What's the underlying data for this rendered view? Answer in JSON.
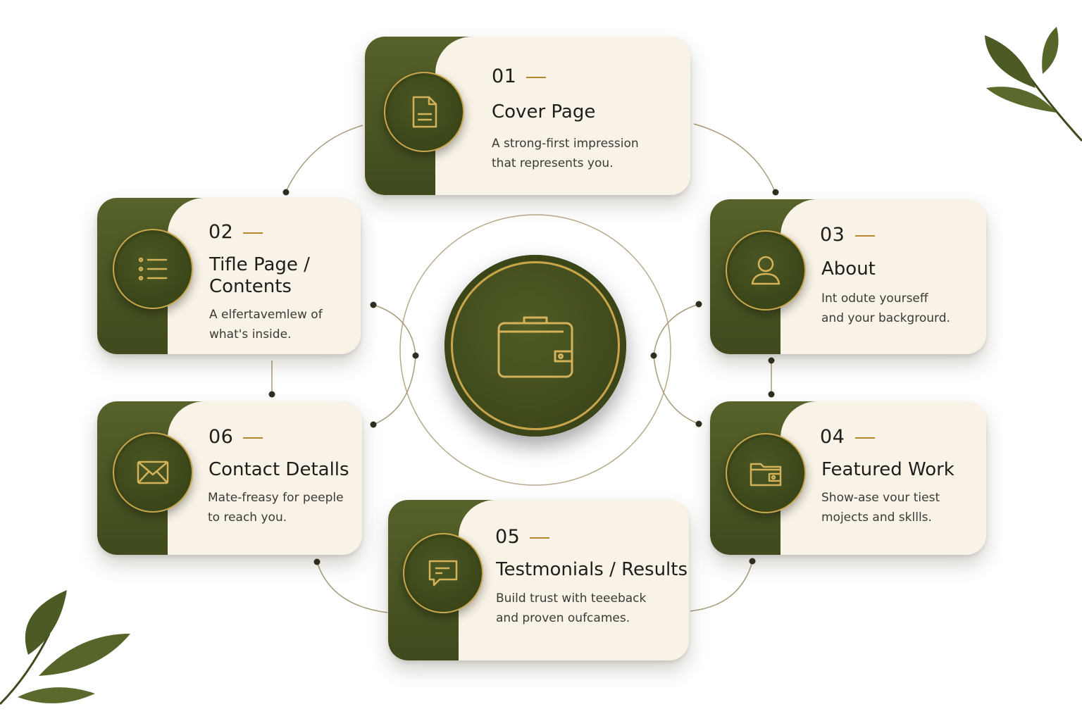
{
  "steps": [
    {
      "number": "01",
      "title": "Cover Page",
      "desc_line1": "A strong-first impression",
      "desc_line2": "that represents you.",
      "icon": "document-icon"
    },
    {
      "number": "02",
      "title_line1": "Tifle Page /",
      "title_line2": "Contents",
      "desc_line1": "A elfertavemlew of",
      "desc_line2": "what's inside.",
      "icon": "list-icon"
    },
    {
      "number": "03",
      "title": "About",
      "desc_line1": "Int odute yourseff",
      "desc_line2": "and your backgrourd.",
      "icon": "user-icon"
    },
    {
      "number": "04",
      "title": "Featured Work",
      "desc_line1": "Show-ase vour tiest",
      "desc_line2": "mojects and skllls.",
      "icon": "folder-icon"
    },
    {
      "number": "05",
      "title": "Testmonials / Results",
      "desc_line1": "Build trust with teeeback",
      "desc_line2": "and proven oufcames.",
      "icon": "chat-icon"
    },
    {
      "number": "06",
      "title": "Contact Detalls",
      "desc_line1": "Mate-freasy for peeple",
      "desc_line2": "to reach you.",
      "icon": "envelope-icon"
    }
  ],
  "center": {
    "icon": "briefcase-icon"
  },
  "colors": {
    "olive": "#3f4a1d",
    "gold": "#c8a64c",
    "cream": "#f8f3e6",
    "accent_line": "#b8862b"
  }
}
